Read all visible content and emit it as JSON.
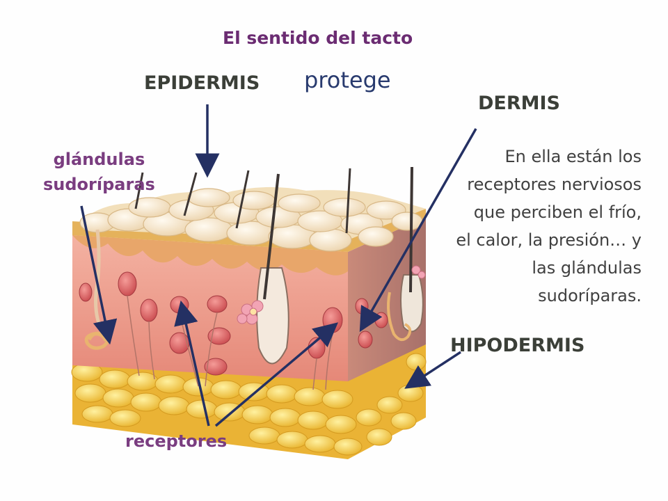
{
  "title": "El sentido del tacto",
  "labels": {
    "epidermis": "EPIDERMIS",
    "protege": "protege",
    "dermis": "DERMIS",
    "hipodermis": "HIPODERMIS",
    "glandulas_line1": "glándulas",
    "glandulas_line2": "sudoríparas",
    "receptores": "receptores"
  },
  "description": [
    "En ella están los",
    "receptores nerviosos",
    "que perciben el frío,",
    "el calor, la presión… y",
    "las glándulas",
    "sudoríparas."
  ],
  "colors": {
    "title": "#6b2c72",
    "label_dark": "#3b3f38",
    "label_purple": "#7a3d80",
    "arrow": "#243063",
    "epidermis": "#f3e4c4",
    "dermis": "#eda08f",
    "fat": "#f2c53e"
  }
}
